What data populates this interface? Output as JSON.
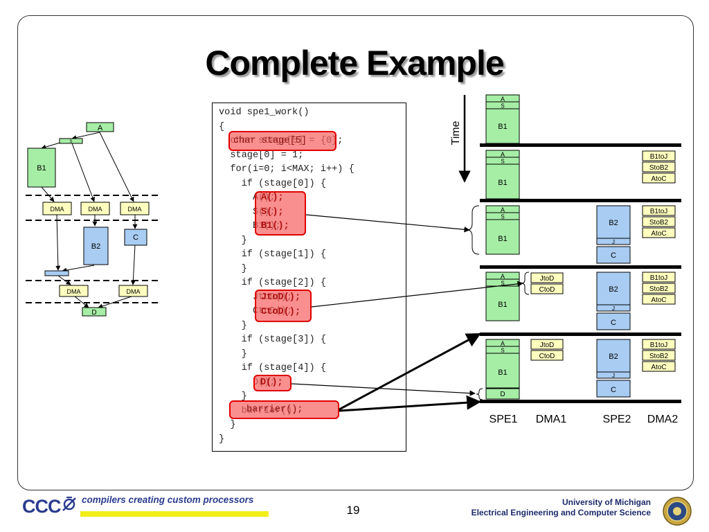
{
  "slide": {
    "title": "Complete Example",
    "page_number": "19"
  },
  "code": {
    "lines": [
      "void spe1_work()",
      "{",
      "  char stage[5] = {0};",
      "  stage[0] = 1;",
      "  for(i=0; i<MAX; i++) {",
      "    if (stage[0]) {",
      "      A();",
      "      S();",
      "      B1();",
      "    }",
      "    if (stage[1]) {",
      "    }",
      "    if (stage[2]) {",
      "      JtoD();",
      "      CtoD();",
      "    }",
      "    if (stage[3]) {",
      "    }",
      "    if (stage[4]) {",
      "      D();",
      "    }",
      "    barrier();",
      "  }",
      "}"
    ],
    "highlights": {
      "char_stage": "char stage[5]",
      "stage0_block": "A();\nS();\nB1();",
      "stage2_block": "JtoD();\nCtoD();",
      "stage4_block": "D();",
      "barrier": "barrier();"
    }
  },
  "dfg": {
    "nodes": {
      "A": "A",
      "S": "S",
      "B1": "B1",
      "B2": "B2",
      "C": "C",
      "J": "J",
      "D": "D",
      "dma": "DMA"
    }
  },
  "timeline": {
    "time_label": "Time",
    "columns": [
      "SPE1",
      "DMA1",
      "SPE2",
      "DMA2"
    ],
    "labels": {
      "A": "A",
      "S": "S",
      "B1": "B1",
      "B2": "B2",
      "J": "J",
      "C": "C",
      "D": "D",
      "B1toJ": "B1toJ",
      "StoB2": "StoB2",
      "AtoC": "AtoC",
      "JtoD": "JtoD",
      "CtoD": "CtoD"
    }
  },
  "footer": {
    "logo_text": "CCC",
    "tagline": "compilers creating custom processors",
    "university": "University of Michigan",
    "department": "Electrical Engineering and Computer Science"
  },
  "colors": {
    "green_block": "#a6eea6",
    "blue_block": "#a8ccf2",
    "yellow_block": "#ffffbf",
    "highlight_red": "#e00000",
    "brand_blue": "#2a3b8f",
    "tag_yellow": "#f2ee1a"
  }
}
